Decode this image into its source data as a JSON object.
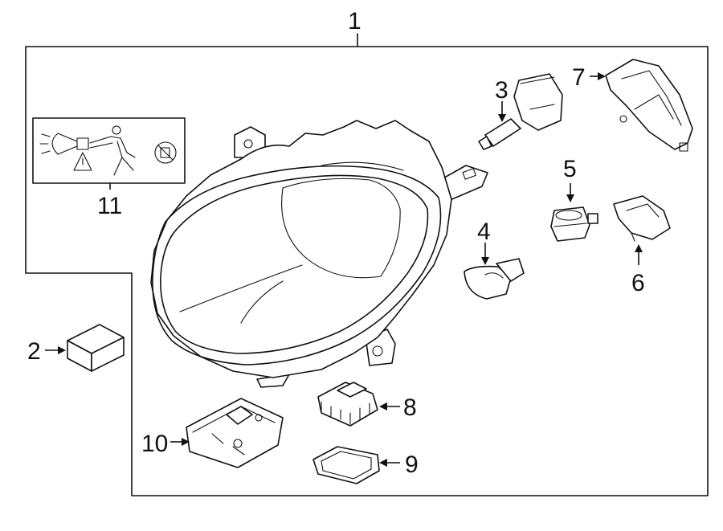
{
  "callouts": {
    "c1": "1",
    "c2": "2",
    "c3": "3",
    "c4": "4",
    "c5": "5",
    "c6": "6",
    "c7": "7",
    "c8": "8",
    "c9": "9",
    "c10": "10",
    "c11": "11"
  },
  "icons": {
    "label": "headlamp-warning-label-icon",
    "headlamp": "headlamp-assembly-icon",
    "bulb_hid": "hid-bulb-icon",
    "bulb_turn": "turn-signal-bulb-icon",
    "bulb_socket": "bulb-socket-icon",
    "connector": "connector-icon",
    "cover": "rear-cover-icon",
    "fuse": "fuse-icon",
    "ignitor": "ignitor-icon",
    "ballast": "ballast-icon",
    "seal": "seal-gasket-icon"
  }
}
